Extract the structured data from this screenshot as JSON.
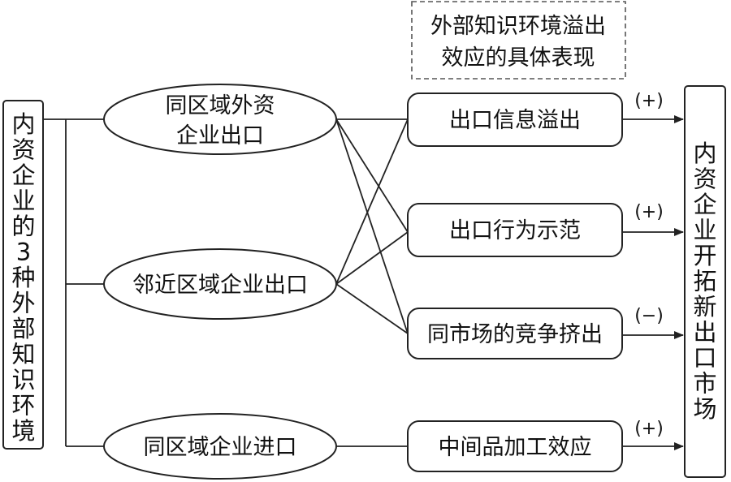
{
  "note": {
    "lines": [
      "外部知识环境溢出",
      "效应的具体表现"
    ]
  },
  "left_box": {
    "chars": [
      "内",
      "资",
      "企",
      "业",
      "的",
      "3",
      "种",
      "外",
      "部",
      "知",
      "识",
      "环",
      "境"
    ]
  },
  "right_box": {
    "chars": [
      "内",
      "资",
      "企",
      "业",
      "开",
      "拓",
      "新",
      "出",
      "口",
      "市",
      "场"
    ]
  },
  "sources": [
    {
      "lines": [
        "同区域外资",
        "企业出口"
      ]
    },
    {
      "lines": [
        "邻近区域企业出口"
      ]
    },
    {
      "lines": [
        "同区域企业进口"
      ]
    }
  ],
  "effects": [
    {
      "label": "出口信息溢出",
      "sign": "(+)"
    },
    {
      "label": "出口行为示范",
      "sign": "(+)"
    },
    {
      "label": "同市场的竞争挤出",
      "sign": "(−)"
    },
    {
      "label": "中间品加工效应",
      "sign": "(+)"
    }
  ]
}
